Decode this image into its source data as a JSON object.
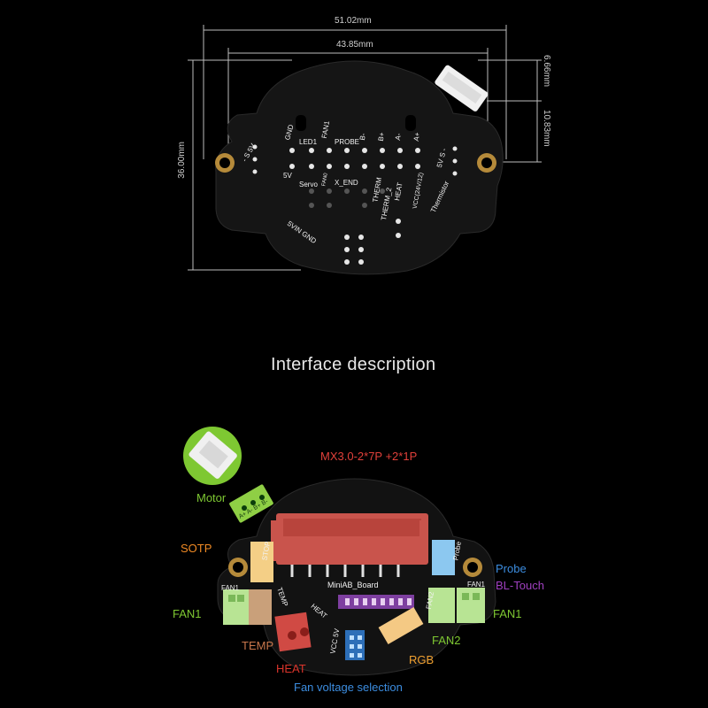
{
  "dimensions": {
    "width_outer": "51.02mm",
    "width_inner": "43.85mm",
    "height": "36.00mm",
    "offset_top": "6.66mm",
    "offset_mid": "10.83mm"
  },
  "section_title": "Interface description",
  "top_board_silk": {
    "s5v_left": "- S 5V",
    "gnd": "GND",
    "led1": "LED1",
    "fan1": "FAN1",
    "probe": "PROBE",
    "b_minus": "B-",
    "b_plus": "B+",
    "a_minus": "A-",
    "a_plus": "A+",
    "s5v_right": "5V S -",
    "five_v": "5V",
    "servo": "Servo",
    "fan0": "FAN0",
    "x_end": "X_END",
    "therm": "THERM",
    "therm2": "THERM_2",
    "heat": "HEAT",
    "vcc": "VCC(24V/12)",
    "thermistor": "Thermistor",
    "vin_gnd": "5VIN GND"
  },
  "bottom_board_silk": {
    "connector_title": "MX3.0-2*7P +2*1P",
    "board_name": "MiniAB_Board",
    "stop": "STOP",
    "probe": "Probe",
    "fan1_left": "FAN1",
    "temp": "TEMP",
    "heat": "HEAT",
    "vcc_5v": "VCC 5V",
    "fan2": "FAN2",
    "fan1_right": "FAN1",
    "motor_pins": "A+ A- B+ B-"
  },
  "callouts": {
    "motor": "Motor",
    "sotp": "SOTP",
    "fan1_left": "FAN1",
    "temp": "TEMP",
    "heat": "HEAT",
    "fan_voltage": "Fan voltage selection",
    "rgb": "RGB",
    "fan2": "FAN2",
    "fan1_right": "FAN1",
    "probe": "Probe",
    "bl_touch": "BL-Touch"
  },
  "colors": {
    "motor": "#7ec832",
    "sotp": "#f08a24",
    "fan1": "#7ec832",
    "temp": "#c8774c",
    "heat": "#d9342b",
    "fan_voltage": "#3c8de0",
    "rgb": "#f0a030",
    "fan2": "#7ec832",
    "probe": "#3c8de0",
    "bl_touch": "#a040c0",
    "connector_title": "#e0403a"
  }
}
